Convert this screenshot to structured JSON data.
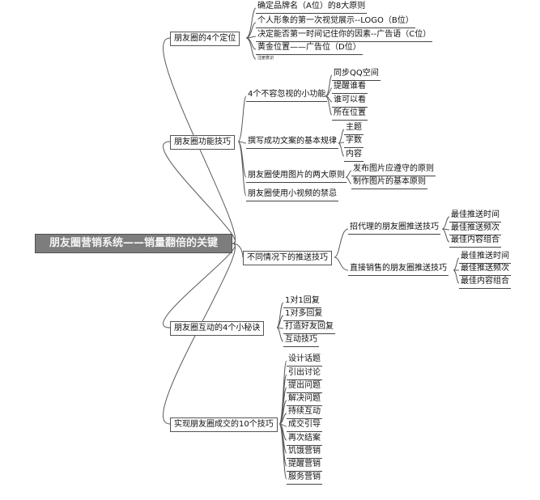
{
  "root": "朋友圈营销系统——销量翻倍的关键",
  "branches": [
    {
      "label": "朋友圈的4个定位",
      "children": [
        "确定品牌名（A位）的8大原则",
        "个人形象的第一次视觉展示--LOGO（B位）",
        "决定能否第一时间记住你的因素--广告语（C位）",
        "黄金位置——广告位（D位）",
        "注册意识"
      ]
    },
    {
      "label": "朋友圈功能技巧",
      "children": [
        {
          "label": "4个不容忽视的小功能",
          "children": [
            "同步QQ空间",
            "提醒谁看",
            "谁可以看",
            "所在位置"
          ]
        },
        {
          "label": "撰写成功文案的基本规律",
          "children": [
            "主题",
            "字数",
            "内容"
          ]
        },
        {
          "label": "朋友圈使用图片的两大原则",
          "children": [
            "发布图片应遵守的原则",
            "制作图片的基本原则"
          ]
        },
        {
          "label": "朋友圈使用小视频的禁忌",
          "children": []
        }
      ]
    },
    {
      "label": "不同情况下的推送技巧",
      "children": [
        {
          "label": "招代理的朋友圈推送技巧",
          "children": [
            "最佳推送时间",
            "最佳推送频次",
            "最佳内容组合"
          ]
        },
        {
          "label": "直接销售的朋友圈推送技巧",
          "children": [
            "最佳推送时间",
            "最佳推送频次",
            "最佳内容组合"
          ]
        }
      ]
    },
    {
      "label": "朋友圈互动的4个小秘诀",
      "children": [
        "1对1回复",
        "1对多回复",
        "打造好友回复",
        "互动技巧"
      ]
    },
    {
      "label": "实现朋友圈成交的10个技巧",
      "children": [
        "设计话题",
        "引出讨论",
        "提出问题",
        "解决问题",
        "持续互动",
        "成交引导",
        "再次结案",
        "饥饿营销",
        "提醒营销",
        "服务营销"
      ]
    }
  ]
}
